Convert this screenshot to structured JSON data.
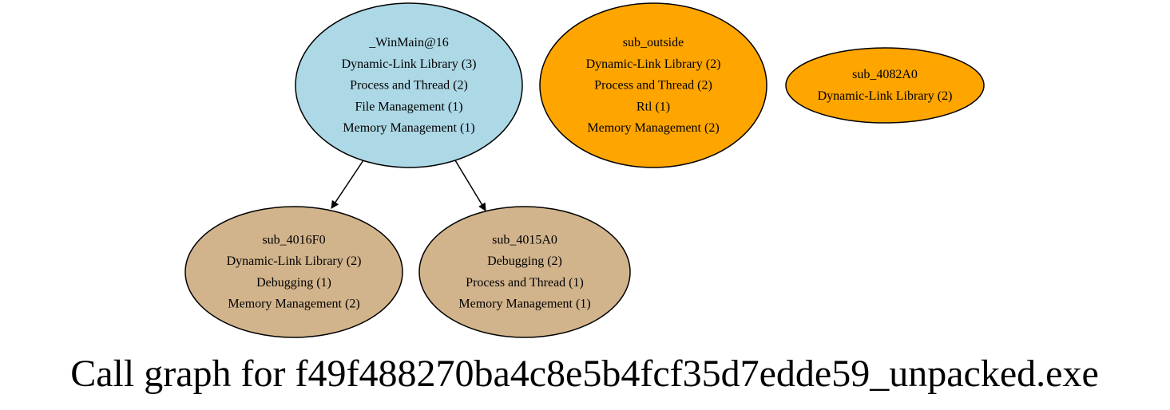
{
  "title": "Call graph for f49f488270ba4c8e5b4fcf35d7edde59_unpacked.exe",
  "colors": {
    "entry": "#add8e6",
    "external": "#ffa500",
    "internal": "#d2b48c",
    "stroke": "#000000"
  },
  "nodes": [
    {
      "id": "winmain",
      "kind": "entry",
      "lines": [
        "_WinMain@16",
        "Dynamic-Link Library (3)",
        "Process and Thread (2)",
        "File Management (1)",
        "Memory Management (1)"
      ]
    },
    {
      "id": "sub_outside",
      "kind": "external",
      "lines": [
        "sub_outside",
        "Dynamic-Link Library (2)",
        "Process and Thread (2)",
        "Rtl (1)",
        "Memory Management (2)"
      ]
    },
    {
      "id": "sub_4082A0",
      "kind": "external",
      "lines": [
        "sub_4082A0",
        "Dynamic-Link Library (2)"
      ]
    },
    {
      "id": "sub_4016F0",
      "kind": "internal",
      "lines": [
        "sub_4016F0",
        "Dynamic-Link Library (2)",
        "Debugging (1)",
        "Memory Management (2)"
      ]
    },
    {
      "id": "sub_4015A0",
      "kind": "internal",
      "lines": [
        "sub_4015A0",
        "Debugging (2)",
        "Process and Thread (1)",
        "Memory Management (1)"
      ]
    }
  ],
  "edges": [
    {
      "from": "winmain",
      "to": "sub_4016F0"
    },
    {
      "from": "winmain",
      "to": "sub_4015A0"
    }
  ]
}
